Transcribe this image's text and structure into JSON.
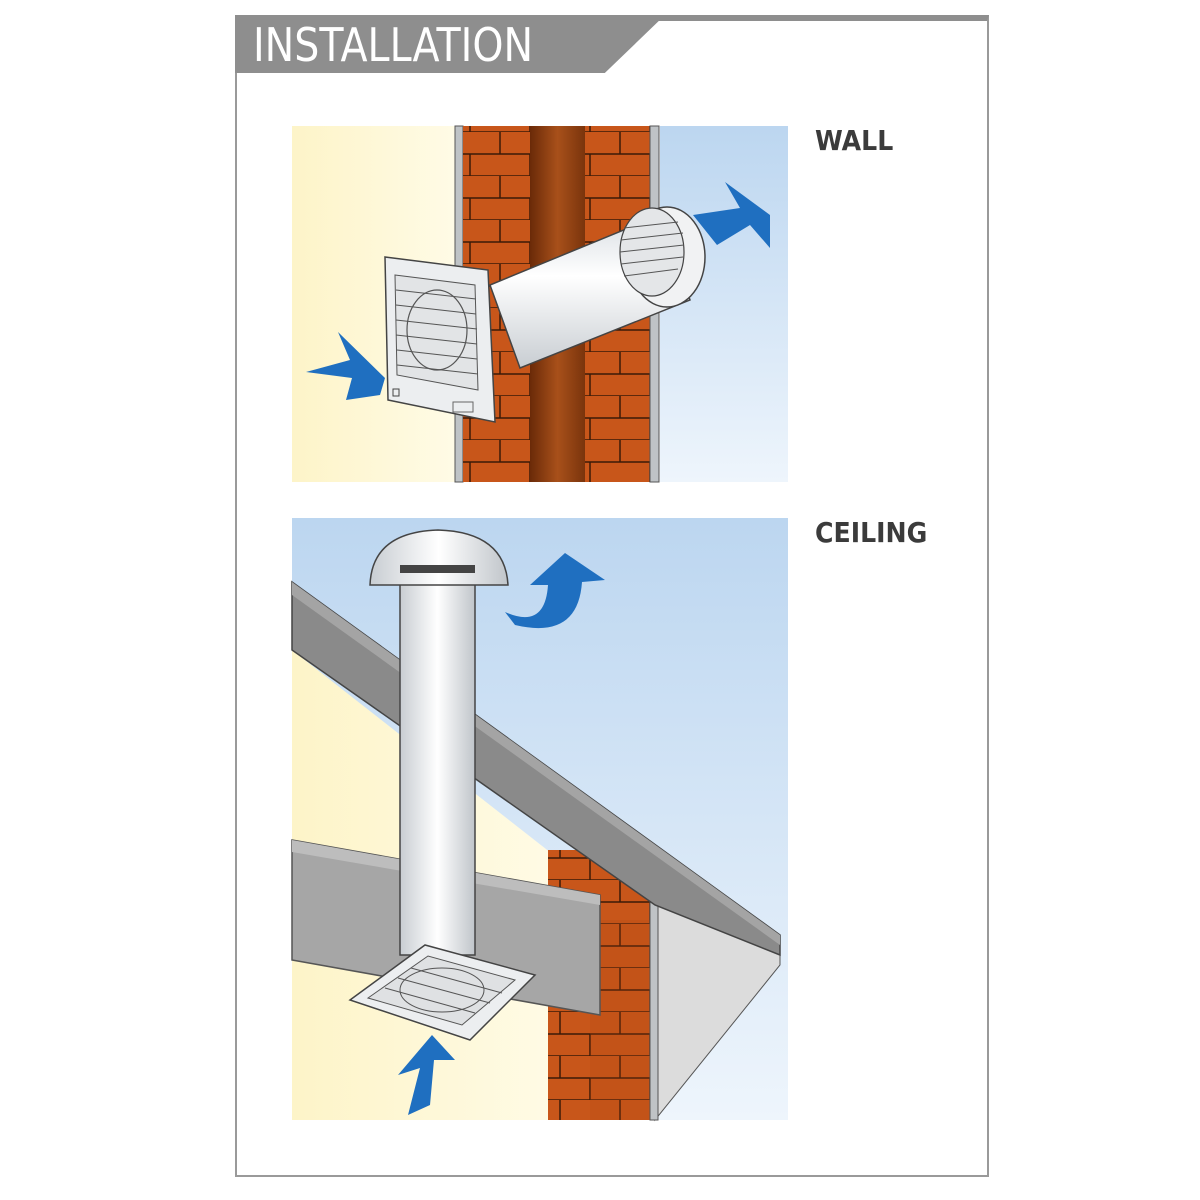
{
  "header": {
    "title": "INSTALLATION"
  },
  "sections": [
    {
      "label": "WALL"
    },
    {
      "label": "CEILING"
    }
  ],
  "colors": {
    "arrow": "#1f6fc0",
    "brick": "#c8561a",
    "header": "#8e8e8e"
  }
}
